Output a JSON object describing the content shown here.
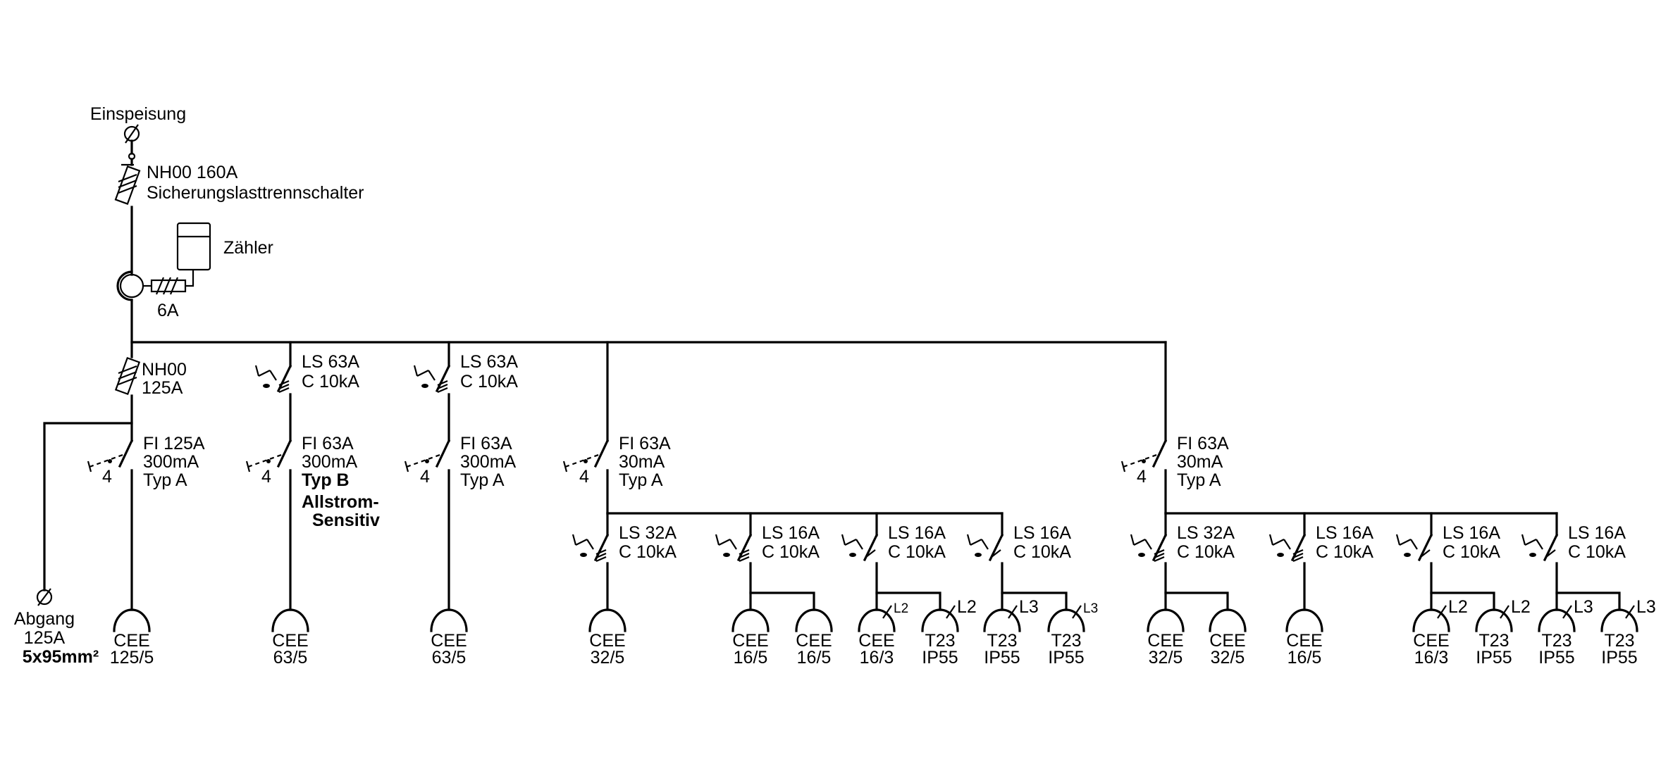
{
  "feed": {
    "label": "Einspeisung",
    "main_switch": [
      "NH00 160A",
      "Sicherungslasttrennschalter"
    ],
    "meter_label": "Zähler",
    "meter_fuse": "6A"
  },
  "abgang": {
    "fuse": [
      "NH00",
      "125A"
    ],
    "label": [
      "Abgang",
      "125A",
      "5x95mm²"
    ],
    "rcd": [
      "FI 125A",
      "300mA",
      "Typ A"
    ],
    "rcd_poles": "4",
    "socket": [
      "CEE",
      "125/5"
    ]
  },
  "feeder_63_b": {
    "mcb": [
      "LS 63A",
      "C 10kA"
    ],
    "rcd": [
      "FI 63A",
      "300mA",
      "Typ B",
      "Allstrom-",
      "Sensitiv"
    ],
    "rcd_poles": "4",
    "socket": [
      "CEE",
      "63/5"
    ]
  },
  "feeder_63_a": {
    "mcb": [
      "LS 63A",
      "C 10kA"
    ],
    "rcd": [
      "FI 63A",
      "300mA",
      "Typ A"
    ],
    "rcd_poles": "4",
    "socket": [
      "CEE",
      "63/5"
    ]
  },
  "group_1": {
    "rcd": [
      "FI 63A",
      "30mA",
      "Typ A"
    ],
    "rcd_poles": "4",
    "mcbs": [
      [
        "LS 32A",
        "C 10kA"
      ],
      [
        "LS 16A",
        "C 10kA"
      ],
      [
        "LS 16A",
        "C 10kA"
      ],
      [
        "LS 16A",
        "C 10kA"
      ]
    ],
    "sockets": [
      [
        "CEE",
        "32/5"
      ],
      [
        "CEE",
        "16/5"
      ],
      [
        "CEE",
        "16/5"
      ],
      [
        "CEE",
        "16/3"
      ],
      [
        "T23",
        "IP55"
      ],
      [
        "T23",
        "IP55"
      ],
      [
        "T23",
        "IP55"
      ]
    ],
    "phase_tags": [
      "L2",
      "L2",
      "L3",
      "L3"
    ]
  },
  "group_2": {
    "rcd": [
      "FI 63A",
      "30mA",
      "Typ A"
    ],
    "rcd_poles": "4",
    "mcbs": [
      [
        "LS 32A",
        "C 10kA"
      ],
      [
        "LS 16A",
        "C 10kA"
      ],
      [
        "LS 16A",
        "C 10kA"
      ],
      [
        "LS 16A",
        "C 10kA"
      ]
    ],
    "sockets": [
      [
        "CEE",
        "32/5"
      ],
      [
        "CEE",
        "32/5"
      ],
      [
        "CEE",
        "16/5"
      ],
      [
        "CEE",
        "16/3"
      ],
      [
        "T23",
        "IP55"
      ],
      [
        "T23",
        "IP55"
      ],
      [
        "T23",
        "IP55"
      ]
    ],
    "phase_tags": [
      "L2",
      "L2",
      "L3",
      "L3"
    ]
  }
}
